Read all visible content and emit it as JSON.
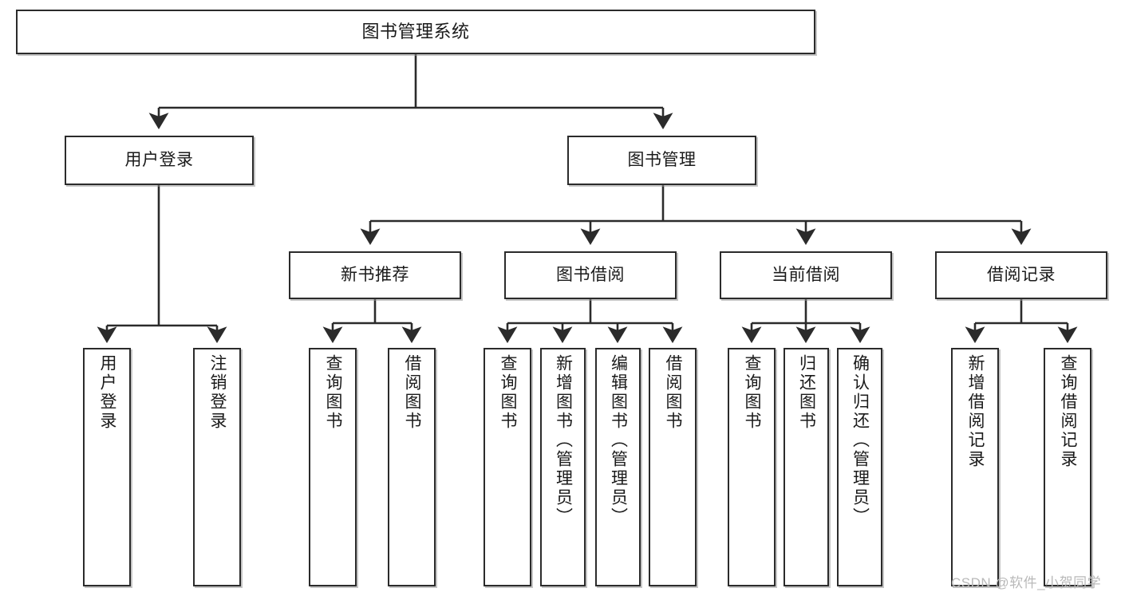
{
  "diagram": {
    "title": "图书管理系统",
    "type": "tree-hierarchy",
    "orientation": "top-down",
    "colors": {
      "stroke": "#2b2b2b",
      "fill": "#ffffff",
      "text": "#1a1a1a",
      "shadow": "#969696",
      "watermark": "#b9b9b9"
    }
  },
  "watermark": {
    "text": "CSDN @软件_小贺同学"
  },
  "nodes": {
    "root": {
      "label": "图书管理系统"
    },
    "level2": [
      {
        "id": "user-login",
        "label": "用户登录"
      },
      {
        "id": "book-manage",
        "label": "图书管理"
      }
    ],
    "level3": [
      {
        "id": "new-book-rec",
        "label": "新书推荐"
      },
      {
        "id": "book-borrow",
        "label": "图书借阅"
      },
      {
        "id": "current-borrow",
        "label": "当前借阅"
      },
      {
        "id": "borrow-record",
        "label": "借阅记录"
      }
    ],
    "leaves": [
      {
        "id": "leaf-user-login",
        "label": "用户登录",
        "parent": "user-login"
      },
      {
        "id": "leaf-user-logout",
        "label": "注销登录",
        "parent": "user-login"
      },
      {
        "id": "leaf-query-book-1",
        "label": "查询图书",
        "parent": "new-book-rec"
      },
      {
        "id": "leaf-borrow-book-1",
        "label": "借阅图书",
        "parent": "new-book-rec"
      },
      {
        "id": "leaf-query-book-2",
        "label": "查询图书",
        "parent": "book-borrow"
      },
      {
        "id": "leaf-add-book",
        "label": "新增图书（管理员）",
        "parent": "book-borrow"
      },
      {
        "id": "leaf-edit-book",
        "label": "编辑图书（管理员）",
        "parent": "book-borrow"
      },
      {
        "id": "leaf-borrow-book-2",
        "label": "借阅图书",
        "parent": "book-borrow"
      },
      {
        "id": "leaf-query-book-3",
        "label": "查询图书",
        "parent": "current-borrow"
      },
      {
        "id": "leaf-return-book",
        "label": "归还图书",
        "parent": "current-borrow"
      },
      {
        "id": "leaf-confirm-return",
        "label": "确认归还（管理员）",
        "parent": "current-borrow"
      },
      {
        "id": "leaf-add-record",
        "label": "新增借阅记录",
        "parent": "borrow-record"
      },
      {
        "id": "leaf-query-record",
        "label": "查询借阅记录",
        "parent": "borrow-record"
      }
    ]
  }
}
